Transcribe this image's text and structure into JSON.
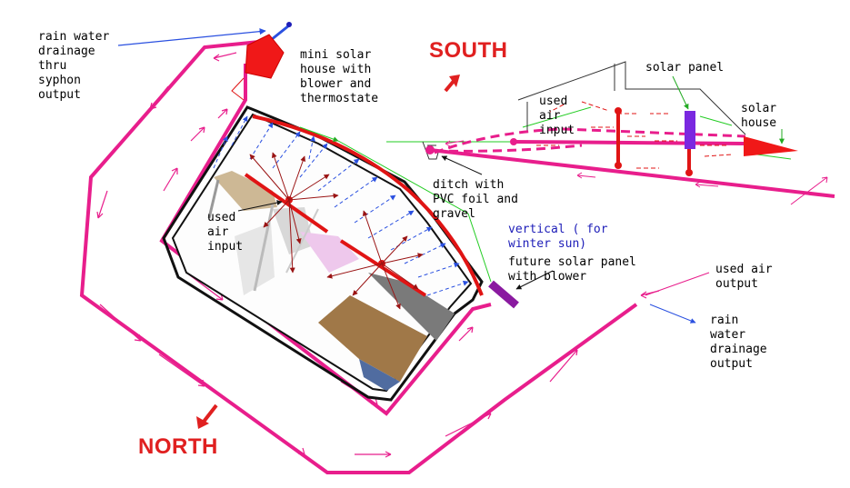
{
  "headings": {
    "south": "SOUTH",
    "north": "NORTH"
  },
  "labels": {
    "rain_syphon": "rain water\ndrainage\nthru\nsyphon\noutput",
    "mini_solar_house": "mini solar\nhouse with\nblower and\nthermostate",
    "used_air_input_left": "used\nair\ninput",
    "used_air_input_right": "used\nair\ninput",
    "ditch": "ditch with\nPVC foil and\ngravel",
    "vertical_note": "vertical ( for\nwinter sun)",
    "future_panel": "future solar panel\nwith blower",
    "solar_panel": "solar panel",
    "solar_house": "solar\nhouse",
    "used_air_output": "used air\noutput",
    "rain_output": "rain\nwater\ndrainage\noutput"
  },
  "colors": {
    "duct": "#e81e8c",
    "flow_arrow": "#e81e8c",
    "house_outline": "#e01414",
    "warm_flow": "#e01414",
    "cool_flow": "#2a50e0",
    "sun_line": "#22cc22",
    "blower": "#e01414",
    "future_panel": "#8a1aa0",
    "wall": "#111111",
    "roof_line": "#333333",
    "text_blue": "#1d1db8",
    "heading": "#e02020"
  }
}
